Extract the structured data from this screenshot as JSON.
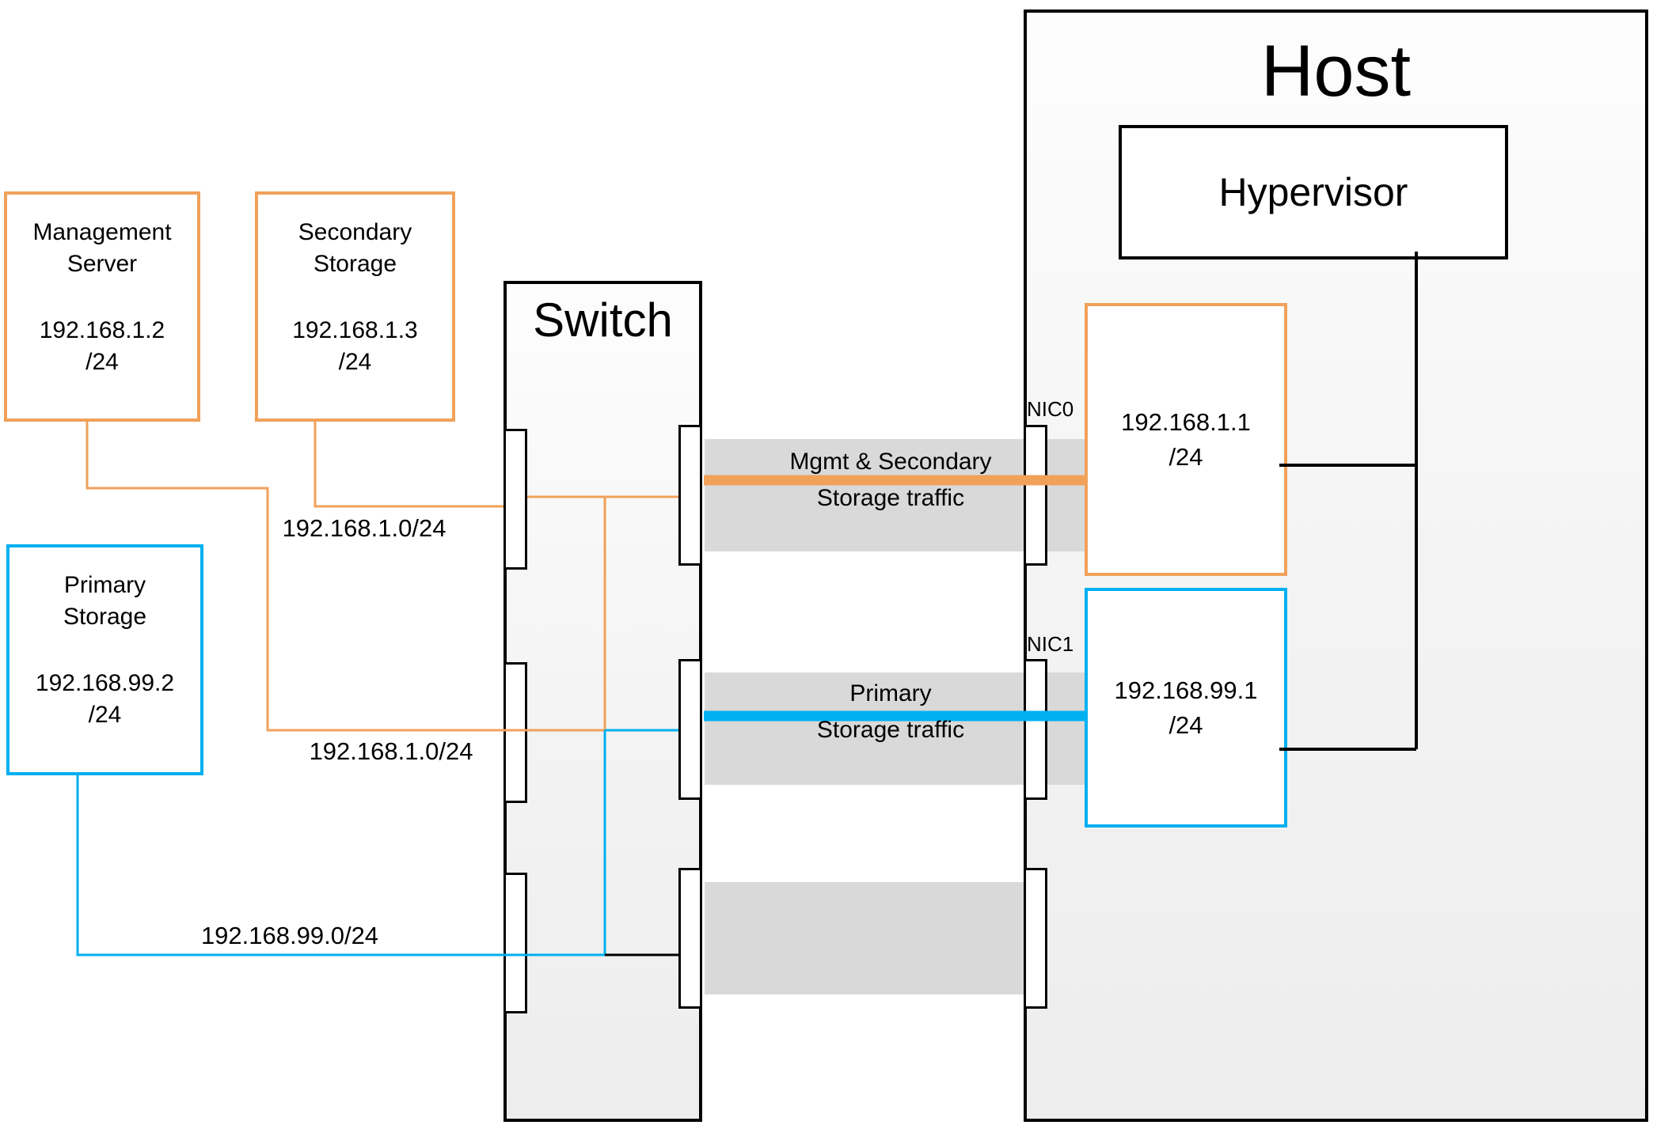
{
  "colors": {
    "orange": "#F1A15A",
    "blue": "#00B0F0",
    "band": "#D9D9D9",
    "ink": "#000000"
  },
  "nodes": {
    "management_server": {
      "title": "Management\nServer",
      "ip": "192.168.1.2\n/24"
    },
    "secondary_storage": {
      "title": "Secondary\nStorage",
      "ip": "192.168.1.3\n/24"
    },
    "primary_storage": {
      "title": "Primary\nStorage",
      "ip": "192.168.99.2\n/24"
    },
    "switch": {
      "title": "Switch"
    },
    "host": {
      "title": "Host"
    },
    "hypervisor": {
      "title": "Hypervisor"
    },
    "nic0": {
      "label": "NIC0",
      "ip": "192.168.1.1\n/24"
    },
    "nic1": {
      "label": "NIC1",
      "ip": "192.168.99.1\n/24"
    }
  },
  "subnet_labels": {
    "mgmt_row1": "192.168.1.0/24",
    "mgmt_row2": "192.168.1.0/24",
    "storage_row3": "192.168.99.0/24"
  },
  "traffic_bands": {
    "band1": {
      "label": "Mgmt & Secondary\nStorage traffic"
    },
    "band2": {
      "label": "Primary\nStorage traffic"
    }
  }
}
